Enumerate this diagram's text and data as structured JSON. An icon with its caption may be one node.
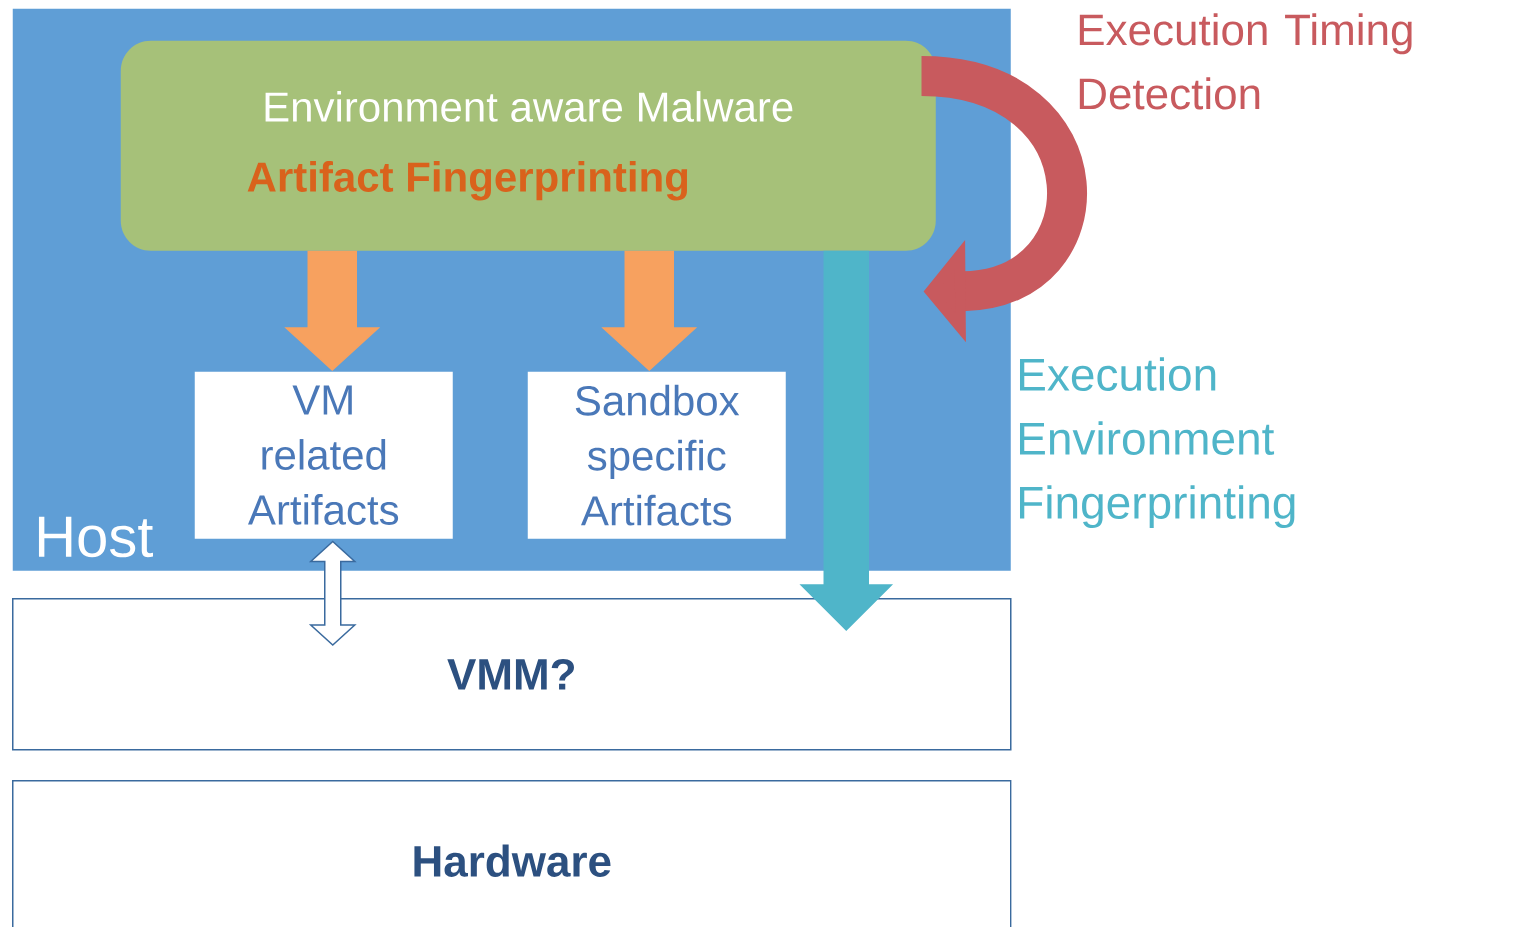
{
  "diagram": {
    "nodes": [
      {
        "text": [
          "Host"
        ]
      },
      {
        "text": [
          "Environment aware Malware",
          "Artifact Fingerprinting"
        ],
        "in": 0
      },
      {
        "text": [
          "VM related Artifacts"
        ],
        "in": 0
      },
      {
        "text": [
          "Sandbox specific Artifacts"
        ],
        "in": 0
      },
      {
        "text": [
          "VMM?"
        ]
      },
      {
        "text": [
          "Hardware"
        ]
      }
    ],
    "edges": [
      {
        "from": 1,
        "to": 2,
        "arrow": "to",
        "color": "#f7a15f"
      },
      {
        "from": 1,
        "to": 3,
        "arrow": "to",
        "color": "#f7a15f"
      },
      {
        "from": 2,
        "to": 4,
        "arrow": "both",
        "color": "#ffffff"
      },
      {
        "from": 1,
        "to": 1,
        "arrow": "to",
        "color": "#c85a5e",
        "label": "Execution Timing Detection"
      },
      {
        "from": 1,
        "to": 4,
        "arrow": "to",
        "color": "#4fb5c9",
        "label": "Execution Environment Fingerprinting"
      }
    ]
  }
}
